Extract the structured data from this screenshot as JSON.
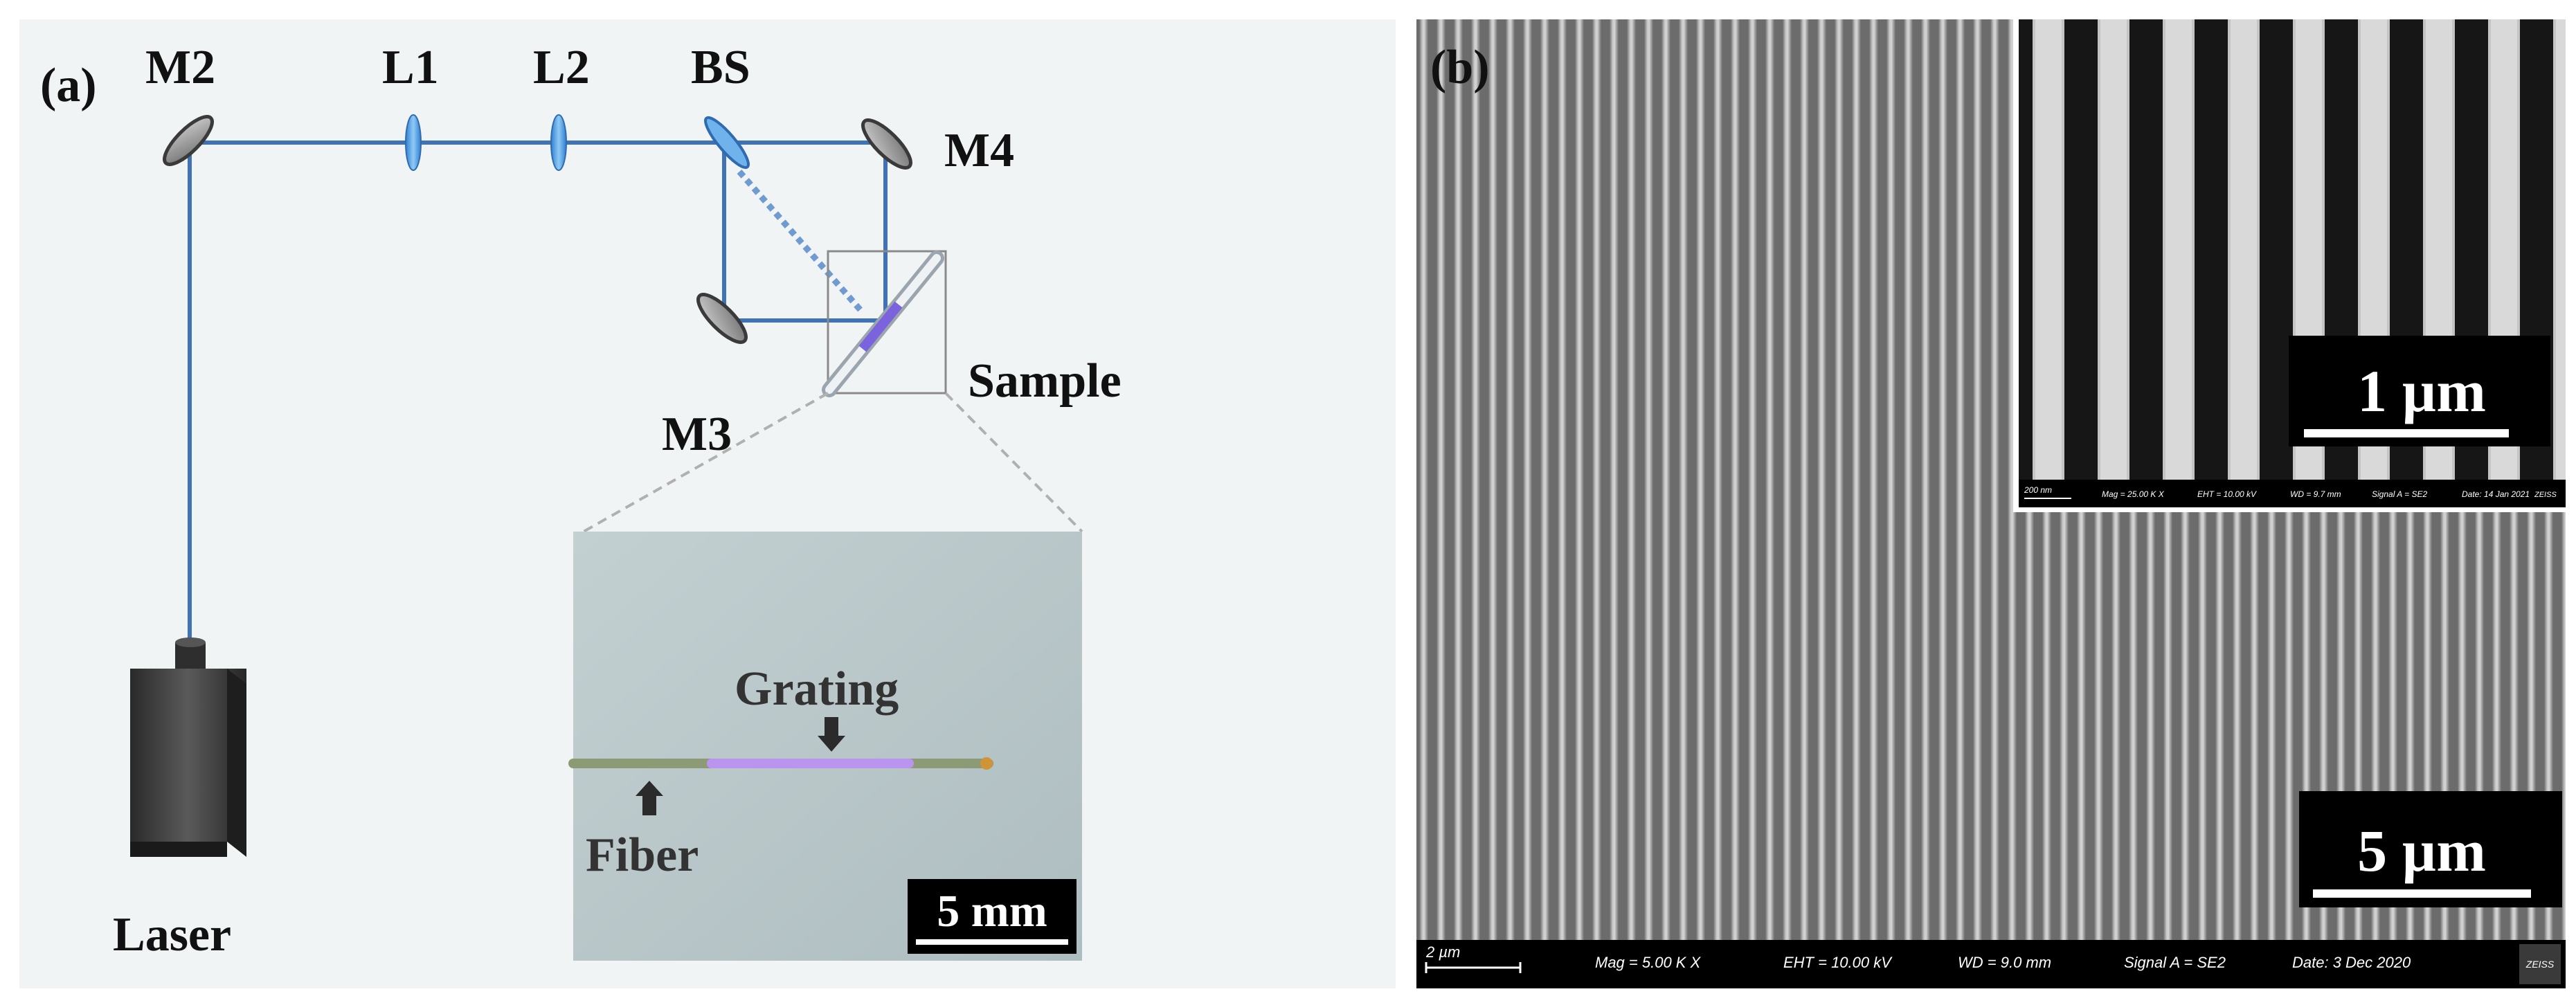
{
  "panel_a": {
    "label": "(a)",
    "components": {
      "m2": "M2",
      "l1": "L1",
      "l2": "L2",
      "bs": "BS",
      "m4": "M4",
      "m3": "M3",
      "sample": "Sample",
      "laser": "Laser"
    },
    "inset": {
      "grating": "Grating",
      "fiber": "Fiber",
      "scale_bar": "5 mm"
    },
    "colors": {
      "beam": "#3f73b5",
      "lens": "#5ea9e6",
      "mirror": "#9a9a9a",
      "grating": "#8f72ea"
    }
  },
  "panel_b": {
    "label": "(b)",
    "scale_bar_main": "5 µm",
    "scale_bar_inset": "1 µm",
    "info_bar": {
      "scale": "2 µm",
      "mag": "Mag =    5.00 K X",
      "eht": "EHT = 10.00 kV",
      "wd": "WD =   9.0 mm",
      "signal": "Signal A = SE2",
      "date": "Date: 3 Dec 2020",
      "logo": "ZEISS"
    },
    "inset_info_bar": {
      "scale": "200 nm",
      "mag": "Mag =   25.00 K X",
      "eht": "EHT = 10.00 kV",
      "wd": "WD =  9.7 mm",
      "signal": "Signal A = SE2",
      "date": "Date: 14 Jan 2021",
      "logo": "ZEISS"
    }
  }
}
